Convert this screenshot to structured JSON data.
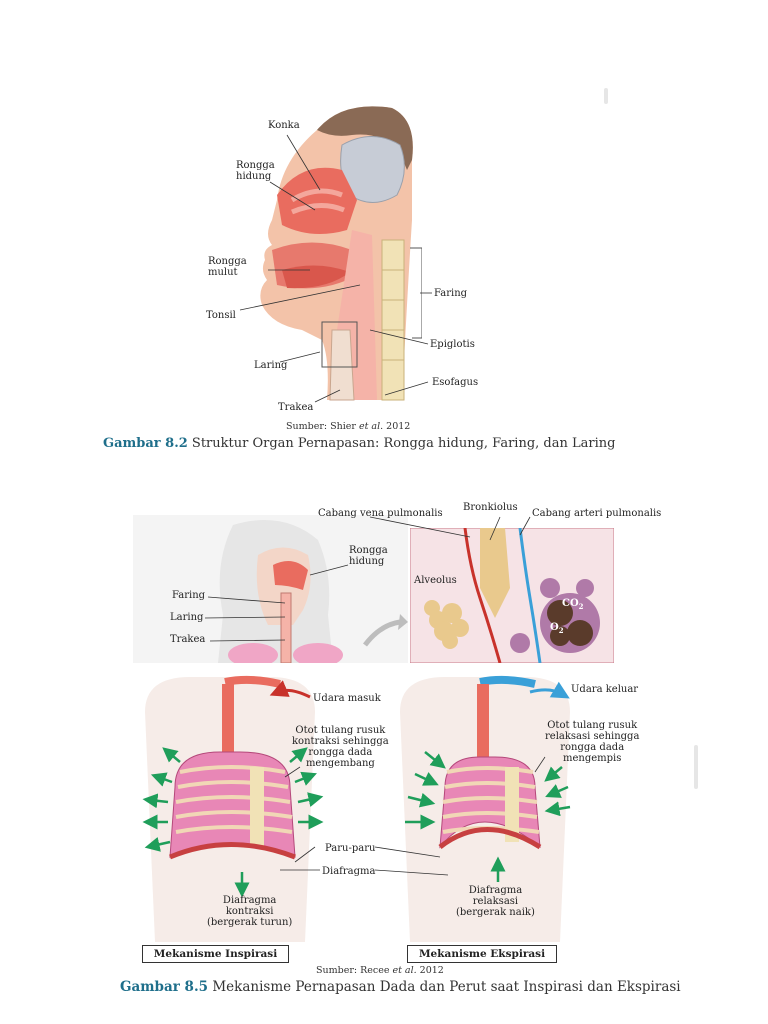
{
  "figure1": {
    "labels": {
      "konka": "Konka",
      "rongga_hidung": "Rongga\nhidung",
      "rongga_mulut": "Rongga\nmulut",
      "tonsil": "Tonsil",
      "laring": "Laring",
      "trakea": "Trakea",
      "faring": "Faring",
      "epiglotis": "Epiglotis",
      "esofagus": "Esofagus"
    },
    "source_prefix": "Sumber: Shier ",
    "source_etal": "et al.",
    "source_year": " 2012",
    "caption_number": "Gambar 8.2",
    "caption_text": " Struktur Organ Pernapasan: Rongga hidung, Faring, dan Laring"
  },
  "figure2": {
    "labels": {
      "cabang_vena": "Cabang vena pulmonalis",
      "bronkiolus": "Bronkiolus",
      "cabang_arteri": "Cabang arteri pulmonalis",
      "rongga_hidung": "Rongga\nhidung",
      "faring": "Faring",
      "laring": "Laring",
      "trakea": "Trakea",
      "alveolus": "Alveolus",
      "co2": "CO",
      "co2_sub": "2",
      "o2": "O",
      "o2_sub": "2",
      "udara_masuk": "Udara masuk",
      "udara_keluar": "Udara keluar",
      "otot_kontraksi": "Otot tulang rusuk\nkontraksi sehingga\nrongga dada\nmengembang",
      "otot_relaksasi": "Otot tulang rusuk\nrelaksasi sehingga\nrongga dada\nmengempis",
      "paru_paru": "Paru-paru",
      "diafragma": "Diafragma",
      "diafragma_kontraksi": "Diafragma\nkontraksi\n(bergerak turun)",
      "diafragma_relaksasi": "Diafragma\nrelaksasi\n(bergerak naik)",
      "mek_inspirasi": "Mekanisme Inspirasi",
      "mek_ekspirasi": "Mekanisme Ekspirasi"
    },
    "source_prefix": "Sumber: Recee ",
    "source_etal": "et al.",
    "source_year": " 2012",
    "caption_number": "Gambar 8.5",
    "caption_text": " Mekanisme Pernapasan Dada dan Perut saat Inspirasi dan Ekspirasi"
  },
  "colors": {
    "caption_accent": "#1f6f8b",
    "arrow_green": "#1f9e5a",
    "arrow_red": "#c8322b",
    "arrow_blue": "#3aa0d8",
    "lung_pink": "#e887b6",
    "tissue_pink": "#f2b8b0",
    "alveolus_tan": "#e9c98d",
    "panel_pink": "#f6e3e6"
  }
}
